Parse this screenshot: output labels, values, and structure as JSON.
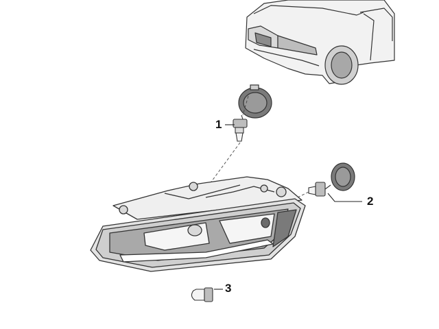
{
  "callouts": [
    {
      "number": "1",
      "part": "headlight-bulb-upper"
    },
    {
      "number": "2",
      "part": "headlight-bulb-lower"
    },
    {
      "number": "3",
      "part": "side-marker-bulb"
    }
  ],
  "colors": {
    "line": "#333333",
    "fill_light": "#e6e6e6",
    "fill_mid": "#bdbdbd",
    "fill_dark": "#6b6b6b",
    "background": "#ffffff"
  }
}
